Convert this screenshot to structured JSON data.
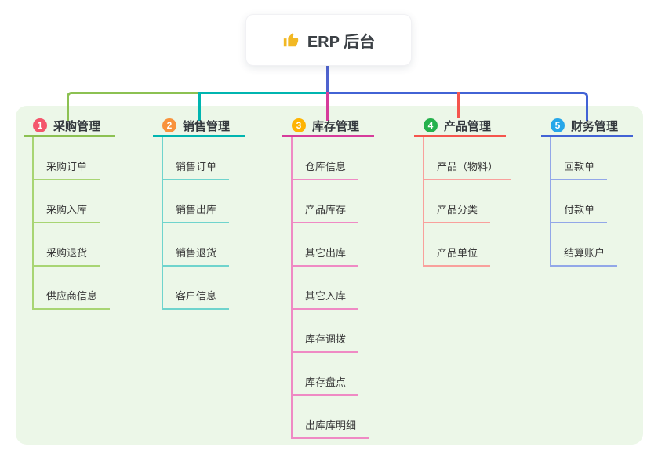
{
  "title": {
    "text": "ERP 后台",
    "icon": "thumbs-up-icon",
    "icon_color": "#f2b824"
  },
  "panel_color": "#ecf7e8",
  "root_connector_color": "#4f63cf",
  "branches": [
    {
      "num": "1",
      "label": "采购管理",
      "badge_color": "#f4566c",
      "line_color": "#8cc152",
      "child_line_color": "#a8d573",
      "children": [
        "采购订单",
        "采购入库",
        "采购退货",
        "供应商信息"
      ]
    },
    {
      "num": "2",
      "label": "销售管理",
      "badge_color": "#f8923c",
      "line_color": "#00b5b0",
      "child_line_color": "#6fd4cd",
      "children": [
        "销售订单",
        "销售出库",
        "销售退货",
        "客户信息"
      ]
    },
    {
      "num": "3",
      "label": "库存管理",
      "badge_color": "#feb302",
      "line_color": "#d63c9b",
      "child_line_color": "#ef8ac4",
      "children": [
        "仓库信息",
        "产品库存",
        "其它出库",
        "其它入库",
        "库存调拨",
        "库存盘点",
        "出库库明细"
      ]
    },
    {
      "num": "4",
      "label": "产品管理",
      "badge_color": "#25b14c",
      "line_color": "#f5554d",
      "child_line_color": "#f9a09c",
      "children": [
        "产品（物料）",
        "产品分类",
        "产品单位"
      ]
    },
    {
      "num": "5",
      "label": "财务管理",
      "badge_color": "#27a7e9",
      "line_color": "#4263d5",
      "child_line_color": "#92a7e8",
      "children": [
        "回款单",
        "付款单",
        "结算账户"
      ]
    }
  ]
}
